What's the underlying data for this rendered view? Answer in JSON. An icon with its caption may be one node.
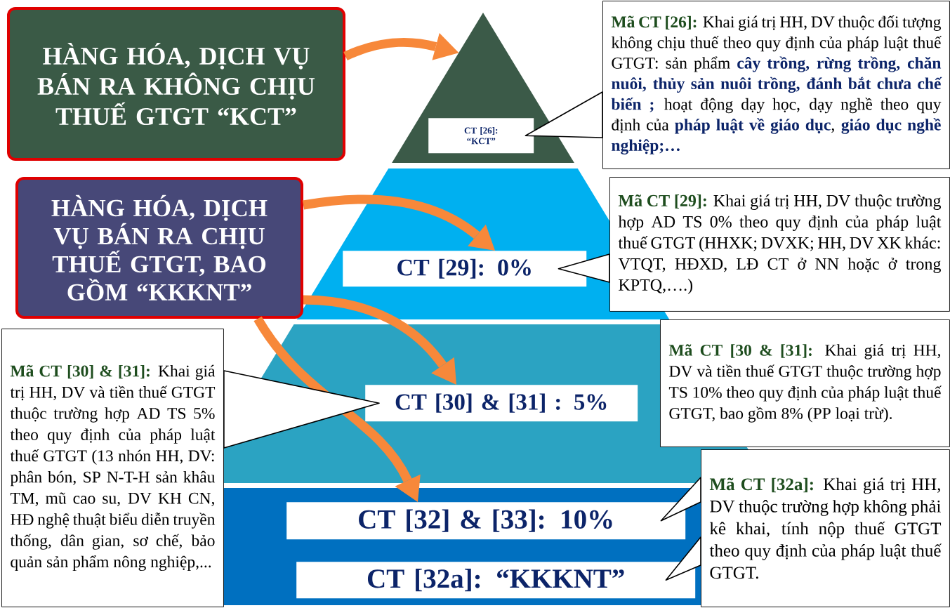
{
  "diagram": {
    "nodes": [
      {
        "text": [
          "HÀNG HÓA, DỊCH VỤ BÁN RA KHÔNG CHỊU THUẾ GTGT “KCT”"
        ]
      },
      {
        "text": [],
        "shape": "triangle"
      },
      {
        "text": [
          "CT [26]: “KCT”"
        ],
        "in": 1
      },
      {
        "text": [
          "Mã CT [26]:",
          "Khai giá trị HH, DV thuộc đối tượng không chịu thuế theo quy định của pháp luật thuế GTGT: sản phẩm **cây trồng, rừng trồng, chăn nuôi, thủy sản nuôi trồng, đánh bắt chưa chế biến ;** hoạt động dạy học, dạy nghề theo quy định của **pháp luật về giáo dục**, **giáo dục nghề nghiệp;…**"
        ]
      },
      {
        "text": [
          "HÀNG HÓA, DỊCH VỤ BÁN RA CHỊU THUẾ GTGT, BAO GỒM “KKKNT”"
        ]
      },
      {
        "text": [],
        "shape": "band"
      },
      {
        "text": [
          "CT [29]: 0%"
        ],
        "in": 5
      },
      {
        "text": [
          "Mã CT [29]:",
          "Khai giá trị HH, DV thuộc trường hợp AD TS 0% theo quy định của pháp luật thuế GTGT (HHXK; DVXK; HH, DV XK khác: VTQT, HĐXD, LĐ CT ở NN hoặc ở trong KPTQ,….)"
        ]
      },
      {
        "text": [
          "Mã CT [30] & [31]:",
          "Khai giá trị HH, DV và tiền thuế GTGT thuộc trường hợp AD TS 5% theo quy định của pháp luật thuế GTGT (13 nhón HH, DV: phân bón, SP N-T-H sản khâu TM, mũ cao su, DV KH CN, HĐ nghệ thuật biểu diễn truyền thống, dân gian, sơ chế, bảo quản sản phẩm nông nghiệp,..."
        ]
      },
      {
        "text": [],
        "shape": "band"
      },
      {
        "text": [
          "CT [30] & [31] : 5%"
        ],
        "in": 9
      },
      {
        "text": [
          "Mã CT [30 & [31]:",
          "Khai giá trị HH, DV và tiền thuế GTGT thuộc trường hợp TS 10% theo quy định của pháp luật thuế GTGT, bao gồm 8% (PP loại trừ)."
        ]
      },
      {
        "text": [],
        "shape": "band"
      },
      {
        "text": [
          "CT [32] & [33]: 10%"
        ],
        "in": 12
      },
      {
        "text": [
          "CT [32a]: “KKKNT”"
        ],
        "in": 12
      },
      {
        "text": [
          "Mã CT [32a]:",
          "Khai giá trị HH, DV thuộc trường hợp không phải kê khai, tính nộp thuế GTGT theo quy định của pháp luật thuế GTGT."
        ]
      }
    ],
    "edges": [
      {
        "from": 0,
        "to": 1,
        "arrow": "to"
      },
      {
        "from": 4,
        "to": 6,
        "arrow": "to"
      },
      {
        "from": 4,
        "to": 10,
        "arrow": "to"
      },
      {
        "from": 4,
        "to": 13,
        "arrow": "to"
      },
      {
        "from": 3,
        "to": 2,
        "arrow": "to",
        "color": "#000000"
      },
      {
        "from": 7,
        "to": 6,
        "arrow": "to",
        "color": "#000000"
      },
      {
        "from": 8,
        "to": 10,
        "arrow": "to",
        "color": "#000000"
      },
      {
        "from": 15,
        "to": 13,
        "arrow": "to",
        "color": "#000000"
      },
      {
        "from": 15,
        "to": 14,
        "arrow": "to",
        "color": "#000000"
      }
    ]
  }
}
